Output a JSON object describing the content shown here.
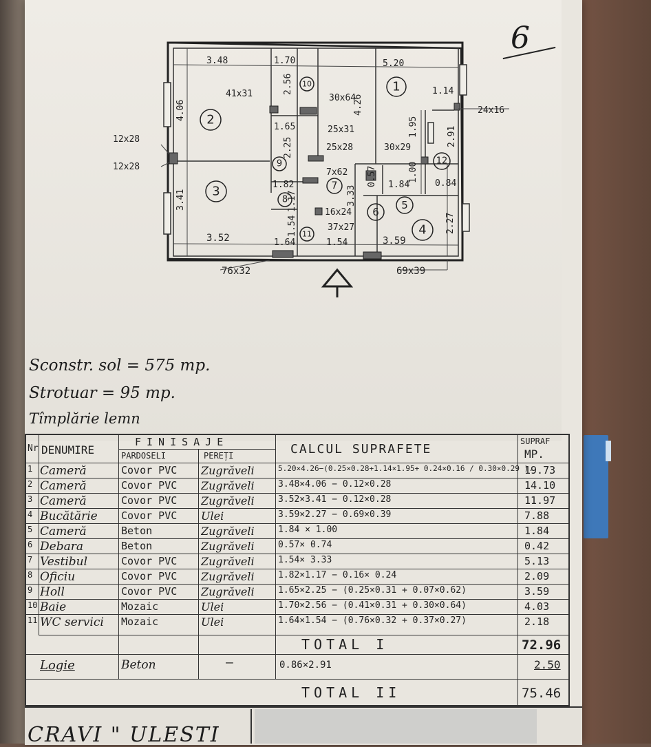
{
  "page_number": "6",
  "plan": {
    "dims": {
      "top_left": "3.48",
      "top_mid": "1.70",
      "top_right": "5.20",
      "v_406": "4.06",
      "v_256": "2.56",
      "v_426": "4.26",
      "v_195": "1.95",
      "v_291": "2.91",
      "d_114": "1.14",
      "v_225": "2.25",
      "v_341": "3.41",
      "d_182": "1.82",
      "v_333": "3.33",
      "v_117": "1.17",
      "v_154": "1.54",
      "d_184": "1.84",
      "v_100": "1.00",
      "d_084": "0.84",
      "v_227": "2.27",
      "d_165": "1.65",
      "bot_352": "3.52",
      "bot_164": "1.64",
      "bot_154": "1.54",
      "bot_359": "3.59",
      "v_057": "0.57"
    },
    "openings": {
      "o_41x31": "41x31",
      "o_30x64": "30x64",
      "o_24x16": "24x16",
      "o_12x28a": "12x28",
      "o_12x28b": "12x28",
      "o_25x31": "25x31",
      "o_25x28": "25x28",
      "o_30x29": "30x29",
      "o_7x62": "7x62",
      "o_16x24": "16x24",
      "o_37x27": "37x27",
      "o_76x32": "76x32",
      "o_69x39": "69x39"
    },
    "rooms": [
      "1",
      "2",
      "3",
      "4",
      "5",
      "6",
      "7",
      "8",
      "9",
      "10",
      "11",
      "12"
    ]
  },
  "notes": {
    "line1": "Sconstr. sol = 575 mp.",
    "line2": "Strotuar = 95 mp.",
    "line3": "Tîmplărie lemn"
  },
  "table": {
    "header": {
      "nr": "Nr",
      "denumire": "DENUMIRE",
      "finisaje": "FINISAJE",
      "pardoseli": "PARDOSELI",
      "pereti": "PEREȚI",
      "calcul": "CALCUL SUPRAFETE",
      "supraf": "SUPRAF",
      "mp": "MP."
    },
    "rows": [
      {
        "nr": "1",
        "denumire": "Cameră",
        "pardoseli": "Covor PVC",
        "pereti": "Zugrăveli",
        "calcul": "5.20×4.26−(0.25×0.28+1.14×1.95+ 0.24×0.16 / 0.30×0.29 ).",
        "supraf": "19.73"
      },
      {
        "nr": "2",
        "denumire": "Cameră",
        "pardoseli": "Covor PVC",
        "pereti": "Zugrăveli",
        "calcul": "3.48×4.06 − 0.12×0.28",
        "supraf": "14.10"
      },
      {
        "nr": "3",
        "denumire": "Cameră",
        "pardoseli": "Covor PVC",
        "pereti": "Zugrăveli",
        "calcul": "3.52×3.41 − 0.12×0.28",
        "supraf": "11.97"
      },
      {
        "nr": "4",
        "denumire": "Bucătărie",
        "pardoseli": "Covor PVC",
        "pereti": "Ulei",
        "calcul": "3.59×2.27 − 0.69×0.39",
        "supraf": "7.88"
      },
      {
        "nr": "5",
        "denumire": "Cameră",
        "pardoseli": "Beton",
        "pereti": "Zugrăveli",
        "calcul": "1.84 × 1.00",
        "supraf": "1.84"
      },
      {
        "nr": "6",
        "denumire": "Debara",
        "pardoseli": "Beton",
        "pereti": "Zugrăveli",
        "calcul": "0.57× 0.74",
        "supraf": "0.42"
      },
      {
        "nr": "7",
        "denumire": "Vestibul",
        "pardoseli": "Covor PVC",
        "pereti": "Zugrăveli",
        "calcul": "1.54× 3.33",
        "supraf": "5.13"
      },
      {
        "nr": "8",
        "denumire": "Oficiu",
        "pardoseli": "Covor PVC",
        "pereti": "Zugrăveli",
        "calcul": "1.82×1.17 − 0.16× 0.24",
        "supraf": "2.09"
      },
      {
        "nr": "9",
        "denumire": "Holl",
        "pardoseli": "Covor PVC",
        "pereti": "Zugrăveli",
        "calcul": "1.65×2.25 − (0.25×0.31 + 0.07×0.62)",
        "supraf": "3.59"
      },
      {
        "nr": "10",
        "denumire": "Baie",
        "pardoseli": "Mozaic",
        "pereti": "Ulei",
        "calcul": "1.70×2.56 − (0.41×0.31 + 0.30×0.64)",
        "supraf": "4.03"
      },
      {
        "nr": "11",
        "denumire": "WC servici",
        "pardoseli": "Mozaic",
        "pereti": "Ulei",
        "calcul": "1.64×1.54 − (0.76×0.32 + 0.37×0.27)",
        "supraf": "2.18"
      }
    ],
    "total1_label": "TOTAL I",
    "total1_value": "72.96",
    "logie": {
      "denumire": "Logie",
      "pardoseli": "Beton",
      "pereti": "—",
      "calcul": "0.86×2.91",
      "supraf": "2.50"
    },
    "total2_label": "TOTAL II",
    "total2_value": "75.46"
  },
  "footer": {
    "text": "CRAVI \" ULESTI"
  }
}
